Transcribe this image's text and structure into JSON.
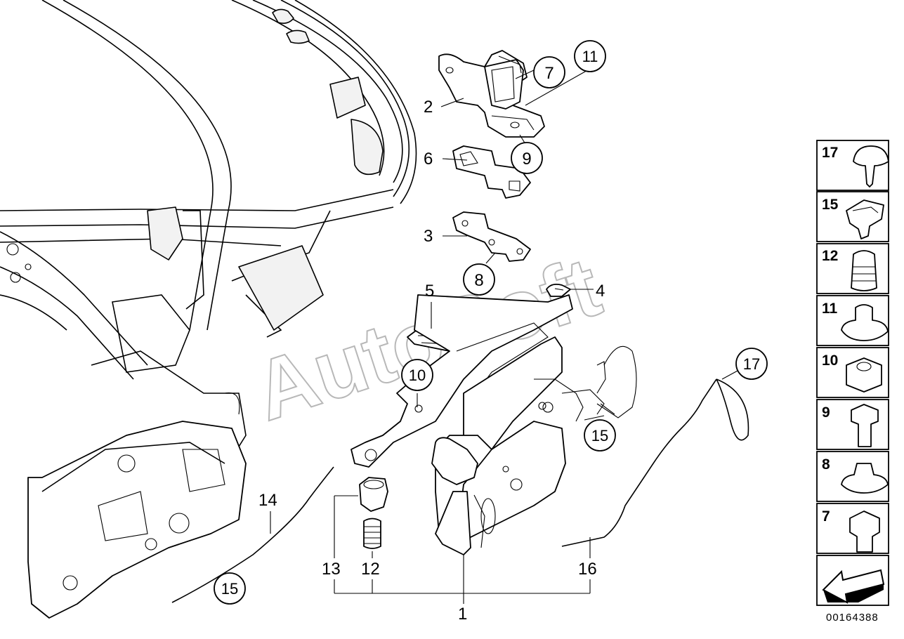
{
  "labels": {
    "l1": "1",
    "l2": "2",
    "l3": "3",
    "l4": "4",
    "l5": "5",
    "l6": "6",
    "l12": "12",
    "l13": "13",
    "l14": "14",
    "l16": "16"
  },
  "callouts": {
    "c7": "7",
    "c8": "8",
    "c9": "9",
    "c10": "10",
    "c11": "11",
    "c15a": "15",
    "c15b": "15",
    "c17": "17"
  },
  "parts_panel": [
    "17",
    "15",
    "12",
    "11",
    "10",
    "9",
    "8",
    "7"
  ],
  "watermark": "AutoSoft",
  "reference_number": "00164388"
}
